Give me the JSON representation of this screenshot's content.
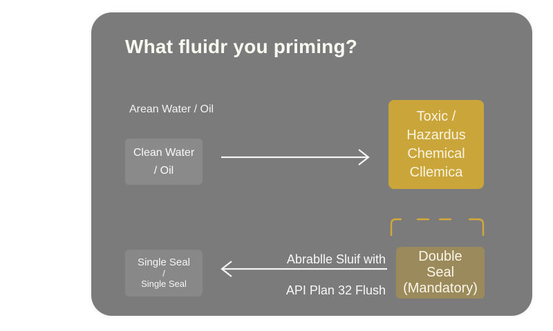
{
  "title": "What fluidr you priming?",
  "caption": "Arean Water / Oil",
  "nodes": {
    "clean": {
      "line1": "Clean Water",
      "line2": "/ Oil"
    },
    "toxic": {
      "line1": "Toxic /",
      "line2": "Hazardus",
      "line3": "Chemical",
      "line4": "Cllemica"
    },
    "single": {
      "line1": "Single Seal",
      "line2": "/",
      "line3": "Single Seal"
    },
    "double": {
      "line1": "Double",
      "line2": "Seal",
      "line3": "(Mandatory)"
    }
  },
  "edge_labels": {
    "top": "Abrablle Sluif with",
    "bottom": "API Plan 32 Flush"
  },
  "colors": {
    "panel": "#7b7b7b",
    "toxic": "#c9a53a",
    "double": "#9a8a5c",
    "bracket": "#d3a93a"
  }
}
